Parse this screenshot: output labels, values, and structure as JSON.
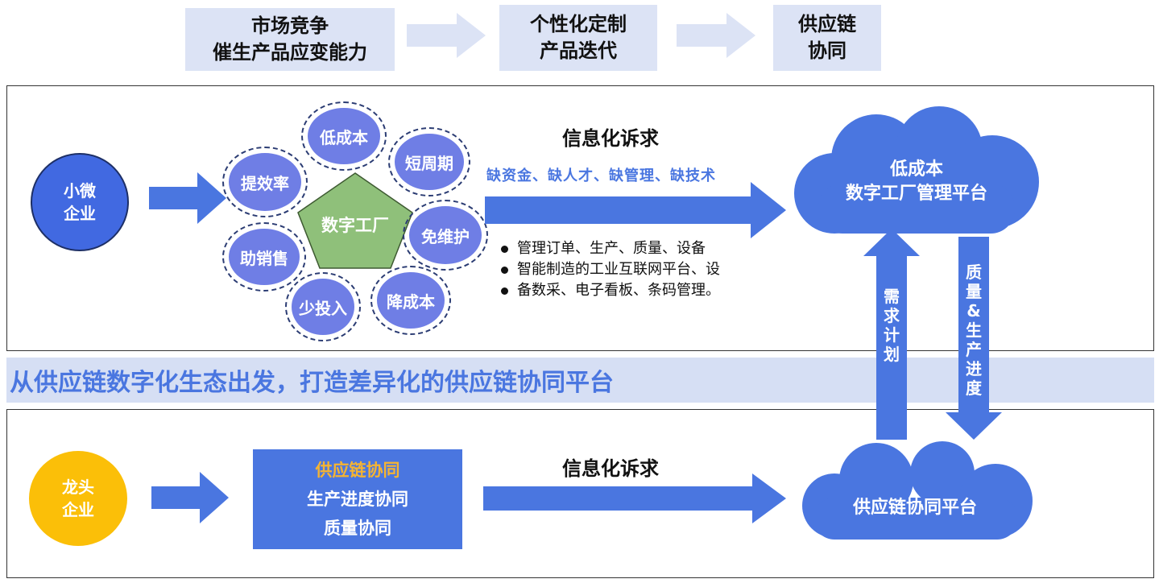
{
  "top_flow": [
    {
      "line1": "市场竞争",
      "line2": "催生产品应变能力"
    },
    {
      "line1": "个性化定制",
      "line2": "产品迭代"
    },
    {
      "line1": "供应链",
      "line2": "协同"
    }
  ],
  "small_enterprise": {
    "circle": {
      "line1": "小微",
      "line2": "企业"
    },
    "center": "数字工厂",
    "petals": [
      "低成本",
      "短周期",
      "提效率",
      "免维护",
      "助销售",
      "少投入",
      "降成本"
    ],
    "heading": "信息化诉求",
    "needs": "缺资金、缺人才、缺管理、缺技术",
    "bullets": [
      "管理订单、生产、质量、设备",
      "智能制造的工业互联网平台、设",
      "备数采、电子看板、条码管理。"
    ],
    "cloud": {
      "line1": "低成本",
      "line2": "数字工厂管理平台"
    }
  },
  "banner": "从供应链数字化生态出发，打造差异化的供应链协同平台",
  "arrows": {
    "up_label": "需求计划",
    "down_label": "质量&生产进度"
  },
  "leader_enterprise": {
    "circle": {
      "line1": "龙头",
      "line2": "企业"
    },
    "box": {
      "title": "供应链协同",
      "line2": "生产进度协同",
      "line3": "质量协同"
    },
    "heading": "信息化诉求",
    "cloud": "供应链协同平台"
  },
  "colors": {
    "blue": "#4a76e0",
    "dark_blue_circle": "#4169e1",
    "petal": "#6f7ee5",
    "pentagon": "#8fc07a",
    "yellow": "#fbbf08",
    "orange_text": "#f5b432",
    "light_box": "#dce3f5",
    "banner_bg": "#d6dff4"
  }
}
